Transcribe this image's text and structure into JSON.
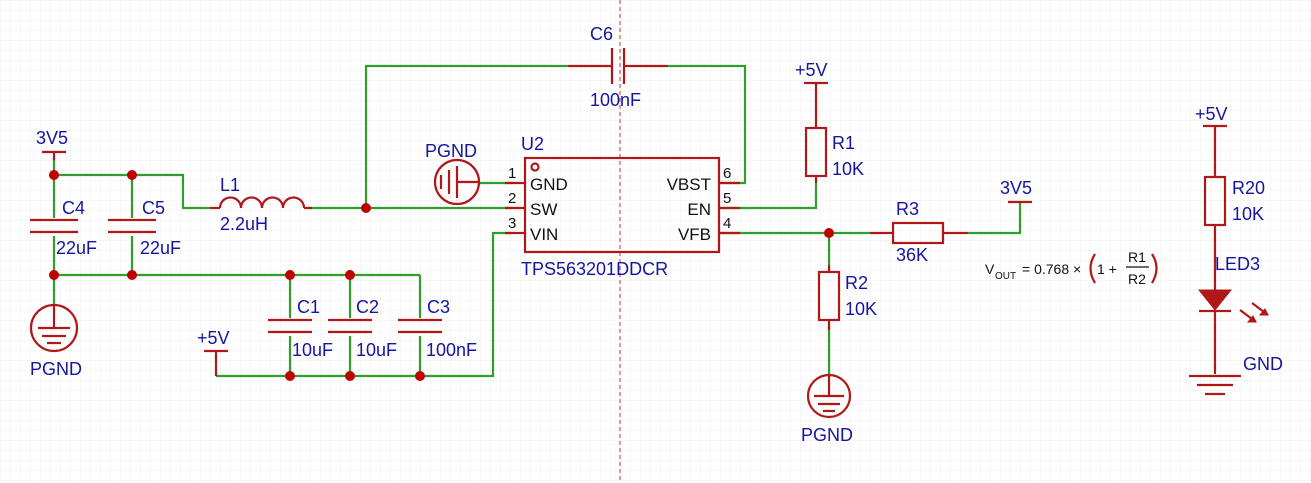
{
  "labels": {
    "c6_ref": "C6",
    "c6_val": "100nF",
    "plus5v_top": "+5V",
    "r1_ref": "R1",
    "r1_val": "10K",
    "pgnd_ic": "PGND",
    "u2_ref": "U2",
    "u2_part": "TPS563201DDCR",
    "pin_gnd": "GND",
    "pin_sw": "SW",
    "pin_vin": "VIN",
    "pin_vbst": "VBST",
    "pin_en": "EN",
    "pin_vfb": "VFB",
    "pin1": "1",
    "pin2": "2",
    "pin3": "3",
    "pin4": "4",
    "pin5": "5",
    "pin6": "6",
    "v3v5_left": "3V5",
    "c4_ref": "C4",
    "c4_val": "22uF",
    "c5_ref": "C5",
    "c5_val": "22uF",
    "l1_ref": "L1",
    "l1_val": "2.2uH",
    "pgnd_left": "PGND",
    "plus5v_left": "+5V",
    "c1_ref": "C1",
    "c1_val": "10uF",
    "c2_ref": "C2",
    "c2_val": "10uF",
    "c3_ref": "C3",
    "c3_val": "100nF",
    "r3_ref": "R3",
    "r3_val": "36K",
    "v3v5_right": "3V5",
    "r2_ref": "R2",
    "r2_val": "10K",
    "pgnd_bottom": "PGND",
    "plus5v_right": "+5V",
    "r20_ref": "R20",
    "r20_val": "10K",
    "led3_ref": "LED3",
    "gnd_right": "GND"
  },
  "formula": {
    "v": "V",
    "sub": "OUT",
    "eq": "= 0.768 ×",
    "one": "1 +",
    "num": "R1",
    "den": "R2"
  },
  "colors": {
    "wire": "#2f9e2f",
    "component": "#b01818",
    "label": "#1515a0",
    "junction": "#c00000"
  }
}
